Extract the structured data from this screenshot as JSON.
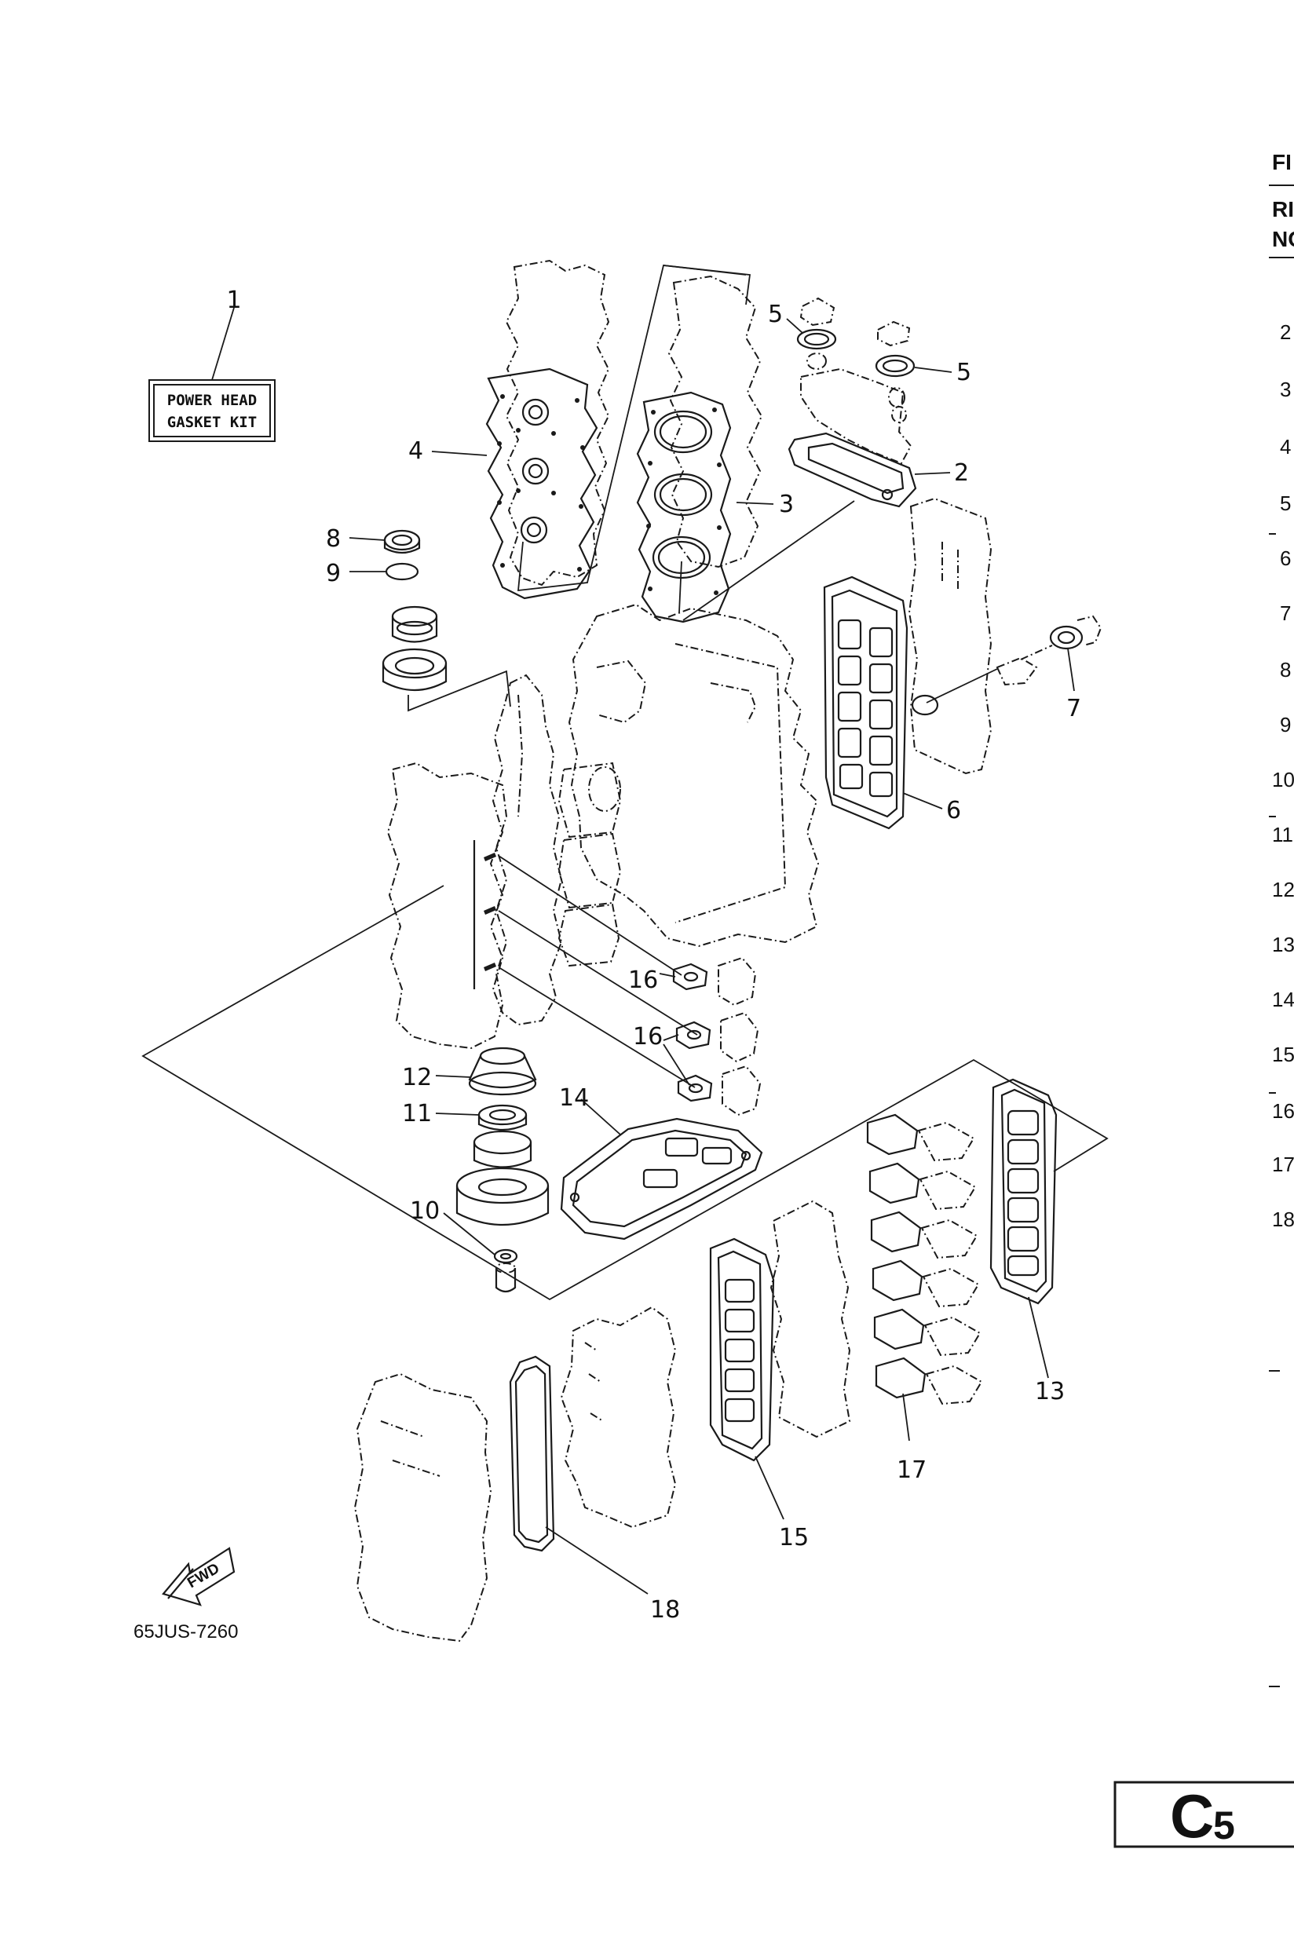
{
  "kit_label": {
    "line1": "POWER HEAD",
    "line2": "GASKET KIT"
  },
  "callouts": {
    "c1": "1",
    "c2": "2",
    "c3": "3",
    "c4": "4",
    "c5a": "5",
    "c5b": "5",
    "c6": "6",
    "c7": "7",
    "c8": "8",
    "c9": "9",
    "c10": "10",
    "c11": "11",
    "c12": "12",
    "c13": "13",
    "c14": "14",
    "c15": "15",
    "c16a": "16",
    "c16b": "16",
    "c17": "17",
    "c18": "18"
  },
  "fwd_arrow_text": "FWD",
  "drawing_code": "65JUS-7260",
  "parts_list": {
    "header_top": "FI",
    "header_ref": "RI",
    "header_no": "NO",
    "ref_numbers": [
      "2",
      "3",
      "4",
      "5",
      "6",
      "7",
      "8",
      "9",
      "10",
      "11",
      "12",
      "13",
      "14",
      "15",
      "16",
      "17",
      "18"
    ]
  },
  "page_code": {
    "letter": "C",
    "number": "5"
  }
}
